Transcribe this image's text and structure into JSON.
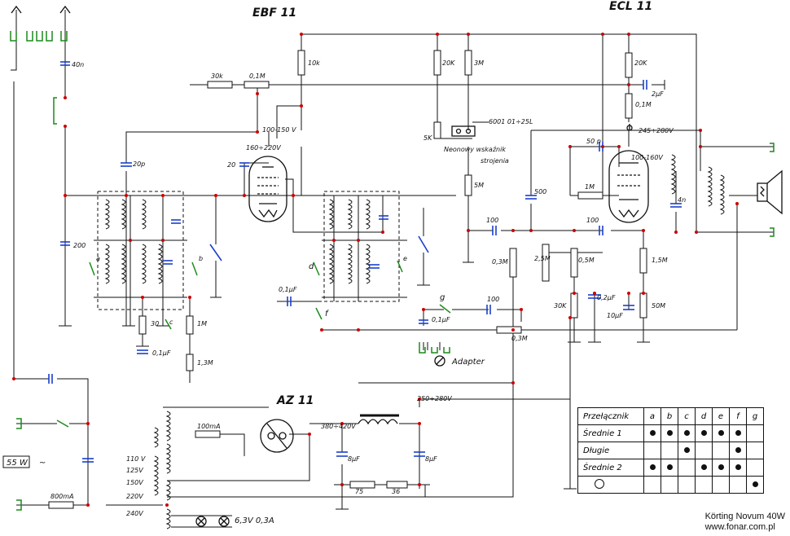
{
  "titles": {
    "tube1": "EBF 11",
    "tube2": "ECL 11",
    "rectifier": "AZ 11"
  },
  "labels": {
    "c_40n": "40n",
    "c_20p_left": "20p",
    "c_200": "200",
    "r_30k": "30k",
    "r_01m": "0,1M",
    "v_100_150": "100-150 V",
    "v_160_220": "160÷220V",
    "c_20": "20",
    "r_10k": "10k",
    "r_20k_a": "20K",
    "r_3m": "3M",
    "tuning_code": "6001 01÷25L",
    "r_5k_pot": "5K",
    "tuning_note_1": "Neonowy wskaźnik",
    "tuning_note_2": "strojenia",
    "r_5m": "5M",
    "c_500": "500",
    "c_50p": "50 p",
    "v_100_160": "100-160V",
    "r_1m": "1M",
    "c_100_a": "100",
    "c_100_b": "100",
    "r_20k_b": "20K",
    "r_01m_b": "0,1M",
    "c_2uF": "2µF",
    "v_245_280": "245÷280V",
    "c_4n": "4n",
    "pot_25m": "2,5M",
    "r_05m": "0,5M",
    "r_03m": "0,3M",
    "r_15m": "1,5M",
    "r_30k_b": "30K",
    "c_02uf": "0,2µF",
    "c_10uf": "10µF",
    "r_50": "50M",
    "c_01uf": "0,1µF",
    "sw_g": "g",
    "c_100_c": "100",
    "pot_03m": "0,3M",
    "c_01uf_b": "0,1µF",
    "adapter": "Adapter",
    "r_30": "30",
    "r_1m_b": "1M",
    "r_13m": "1,3M",
    "c_01uf_c": "0,1µF",
    "sw_a": "a",
    "sw_b": "b",
    "sw_c": "c",
    "sw_d": "d",
    "sw_e": "e",
    "sw_f": "f",
    "fuse_100ma": "100mA",
    "v_380_420": "380÷420V",
    "v_250_280": "250÷280V",
    "c_8uf_a": "8µF",
    "c_8uf_b": "8µF",
    "r_75": "75",
    "r_36": "36",
    "tap_110": "110 V",
    "tap_125": "125V",
    "tap_150": "150V",
    "tap_220": "220V",
    "tap_240": "240V",
    "fuse_800ma": "800mA",
    "lamp": "6,3V 0,3A",
    "hz": "55 W",
    "ac": "~"
  },
  "switch_table": {
    "header": "Przełącznik",
    "columns": [
      "a",
      "b",
      "c",
      "d",
      "e",
      "f",
      "g"
    ],
    "rows": [
      {
        "name": "Średnie 1",
        "dots": [
          1,
          1,
          1,
          1,
          1,
          1,
          0
        ]
      },
      {
        "name": "Długie",
        "dots": [
          0,
          0,
          1,
          0,
          0,
          1,
          0
        ]
      },
      {
        "name": "Średnie 2",
        "dots": [
          1,
          1,
          0,
          1,
          1,
          1,
          0
        ]
      },
      {
        "name": "",
        "icon": "adapter-symbol-icon",
        "dots": [
          0,
          0,
          0,
          0,
          0,
          0,
          1
        ]
      }
    ]
  },
  "credit": {
    "line1": "Körting Novum 40W",
    "line2": "www.fonar.com.pl"
  },
  "colors": {
    "wire": "#111111",
    "node": "#cc0000",
    "capacitor": "#1a3fcc",
    "switch": "#1a8a1a"
  }
}
